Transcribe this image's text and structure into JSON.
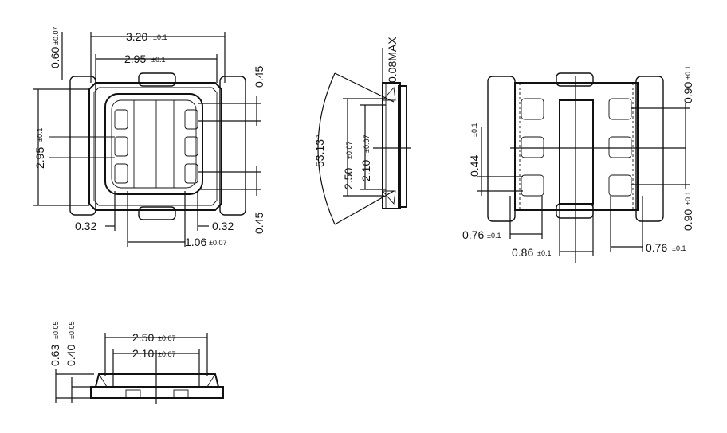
{
  "top_view": {
    "width_outer": "3.20",
    "width_outer_tol": "±0.1",
    "width_inner": "2.95",
    "width_inner_tol": "±0.1",
    "height_outer": "0.60",
    "height_outer_tol": "±0.07",
    "height_inner": "2.95",
    "height_inner_tol": "±0.1",
    "pad_gap_right_top": "0.45",
    "pad_gap_right_bottom": "0.45",
    "lead_left": "0.32",
    "lead_right": "0.32",
    "center_width": "1.06",
    "center_width_tol": "±0.07"
  },
  "side_view": {
    "max_thickness": "0.08MAX",
    "angle": "53.13°",
    "lens_outer": "2.50",
    "lens_outer_tol": "±0.07",
    "lens_inner": "2.10",
    "lens_inner_tol": "±0.07"
  },
  "bottom_view": {
    "pad_pitch_top": "0.90",
    "pad_pitch_top_tol": "±0.1",
    "pad_height": "0.44",
    "pad_height_tol": "±0.1",
    "pad_pitch_bottom": "0.90",
    "pad_pitch_bottom_tol": "±0.1",
    "edge_left": "0.76",
    "edge_left_tol": "±0.1",
    "center_width": "0.86",
    "center_width_tol": "±0.1",
    "edge_right": "0.76",
    "edge_right_tol": "±0.1"
  },
  "front_view": {
    "total_height": "0.63",
    "total_height_tol": "±0.05",
    "body_height": "0.40",
    "body_height_tol": "±0.05",
    "lens_outer": "2.50",
    "lens_outer_tol": "±0.07",
    "lens_inner": "2.10",
    "lens_inner_tol": "±0.07"
  }
}
